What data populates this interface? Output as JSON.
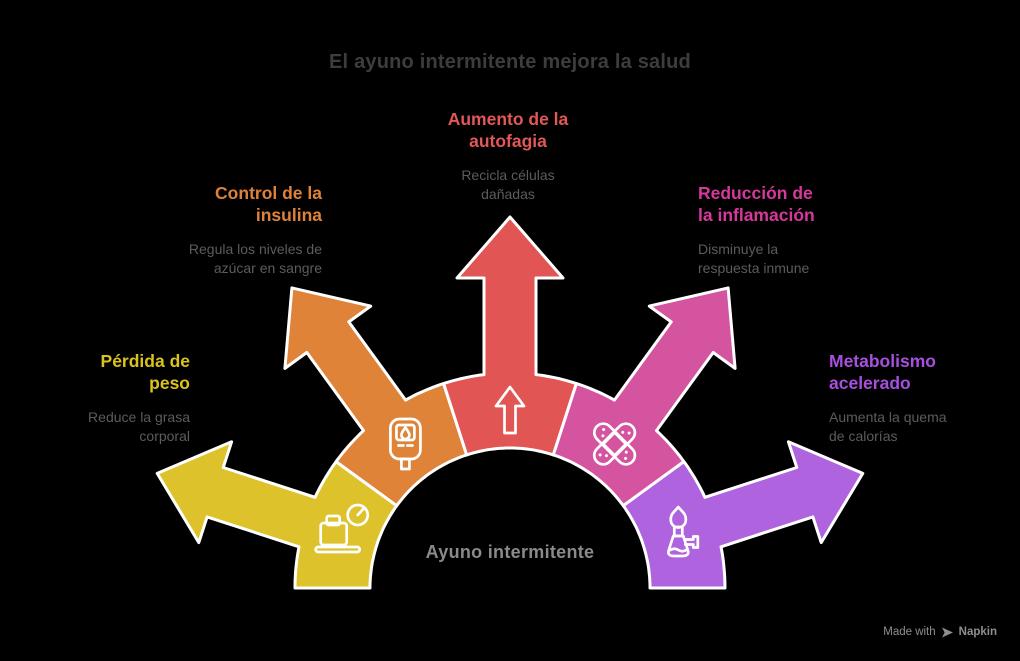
{
  "title": "El ayuno intermitente mejora la salud",
  "center_label": "Ayuno intermitente",
  "watermark": {
    "prefix": "Made with",
    "brand": "Napkin"
  },
  "colors": {
    "background": "#000000",
    "title": "#3d3d3d",
    "description": "#5c5c5c",
    "center_label": "#8a8a8a",
    "watermark": "#8f8f8f",
    "border": "#ffffff"
  },
  "segments": [
    {
      "heading": "Pérdida de peso",
      "description": "Reduce la grasa corporal",
      "color": "#ddc22b",
      "heading_color": "#dcc31c",
      "icon": "luggage-scale-icon"
    },
    {
      "heading": "Control de la insulina",
      "description": "Regula los niveles de azúcar en sangre",
      "color": "#df8338",
      "heading_color": "#e0813a",
      "icon": "glucose-meter-icon"
    },
    {
      "heading": "Aumento de la autofagia",
      "description": "Recicla células dañadas",
      "color": "#e25555",
      "heading_color": "#e25757",
      "icon": "up-arrow-icon"
    },
    {
      "heading": "Reducción de la inflamación",
      "description": "Disminuye la respuesta inmune",
      "color": "#d4549f",
      "heading_color": "#d6399b",
      "icon": "crossed-bandages-icon"
    },
    {
      "heading": "Metabolismo acelerado",
      "description": "Aumenta la quema de calorías",
      "color": "#af63de",
      "heading_color": "#a94fe0",
      "icon": "bunsen-burner-icon"
    }
  ]
}
